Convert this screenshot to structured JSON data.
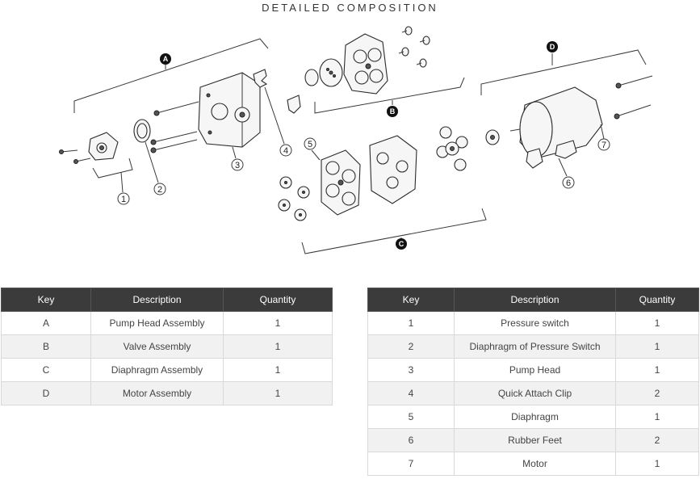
{
  "title": "DETAILED COMPOSITION",
  "diagram": {
    "assembly_keys": [
      "A",
      "B",
      "C",
      "D"
    ],
    "part_numbers": [
      "1",
      "2",
      "3",
      "4",
      "5",
      "6",
      "7"
    ]
  },
  "assemblies_table": {
    "headers": [
      "Key",
      "Description",
      "Quantity"
    ],
    "rows": [
      {
        "key": "A",
        "description": "Pump Head Assembly",
        "quantity": "1"
      },
      {
        "key": "B",
        "description": "Valve Assembly",
        "quantity": "1"
      },
      {
        "key": "C",
        "description": "Diaphragm Assembly",
        "quantity": "1"
      },
      {
        "key": "D",
        "description": "Motor Assembly",
        "quantity": "1"
      }
    ]
  },
  "parts_table": {
    "headers": [
      "Key",
      "Description",
      "Quantity"
    ],
    "rows": [
      {
        "key": "1",
        "description": "Pressure switch",
        "quantity": "1"
      },
      {
        "key": "2",
        "description": "Diaphragm of Pressure Switch",
        "quantity": "1"
      },
      {
        "key": "3",
        "description": "Pump Head",
        "quantity": "1"
      },
      {
        "key": "4",
        "description": "Quick Attach Clip",
        "quantity": "2"
      },
      {
        "key": "5",
        "description": "Diaphragm",
        "quantity": "1"
      },
      {
        "key": "6",
        "description": "Rubber Feet",
        "quantity": "2"
      },
      {
        "key": "7",
        "description": "Motor",
        "quantity": "1"
      }
    ]
  }
}
